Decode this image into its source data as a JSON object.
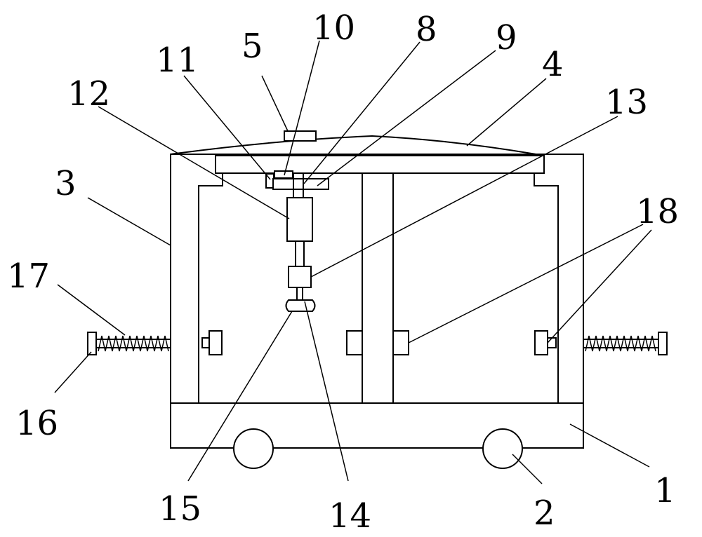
{
  "labels": {
    "l1": "1",
    "l2": "2",
    "l3": "3",
    "l4": "4",
    "l5": "5",
    "l8": "8",
    "l9": "9",
    "l10": "10",
    "l11": "11",
    "l12": "12",
    "l13": "13",
    "l14": "14",
    "l15": "15",
    "l16": "16",
    "l17": "17",
    "l18": "18"
  }
}
